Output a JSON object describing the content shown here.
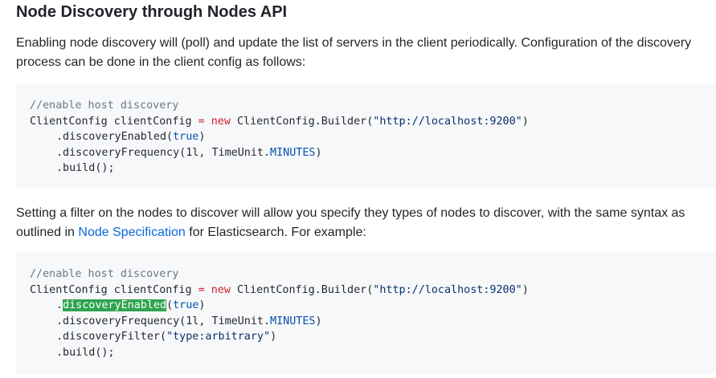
{
  "heading": "Node Discovery through Nodes API",
  "para1": "Enabling node discovery will (poll) and update the list of servers in the client periodically. Configuration of the discovery process can be done in the client config as follows:",
  "para2": {
    "before": "Setting a filter on the nodes to discover will allow you specify they types of nodes to discover, with the same syntax as outlined in ",
    "link": "Node Specification",
    "after": " for Elasticsearch. For example:"
  },
  "code1": {
    "comment": "//enable host discovery",
    "l2_a": "ClientConfig clientConfig ",
    "l2_op": "=",
    "l2_sp": " ",
    "l2_kw": "new",
    "l2_b": " ClientConfig.Builder(",
    "l2_str": "\"http://localhost:9200\"",
    "l2_c": ")",
    "l3_a": ".discoveryEnabled(",
    "l3_bool": "true",
    "l3_c": ")",
    "l4_a": ".discoveryFrequency(1l, TimeUnit.",
    "l4_const": "MINUTES",
    "l4_c": ")",
    "l5": ".build();"
  },
  "code2": {
    "comment": "//enable host discovery",
    "l2_a": "ClientConfig clientConfig ",
    "l2_op": "=",
    "l2_sp": " ",
    "l2_kw": "new",
    "l2_b": " ClientConfig.Builder(",
    "l2_str": "\"http://localhost:9200\"",
    "l2_c": ")",
    "l3_dot": ".",
    "l3_hl": "discoveryEnabled",
    "l3_b": "(",
    "l3_bool": "true",
    "l3_c": ")",
    "l4_a": ".discoveryFrequency(1l, TimeUnit.",
    "l4_const": "MINUTES",
    "l4_c": ")",
    "l5_a": ".discoveryFilter(",
    "l5_str": "\"type:arbitrary\"",
    "l5_c": ")",
    "l6": ".build();"
  },
  "colors": {
    "link": "#0969da",
    "highlight": "#2ea44f",
    "keyword": "#cf222e",
    "comment": "#6e7781"
  }
}
